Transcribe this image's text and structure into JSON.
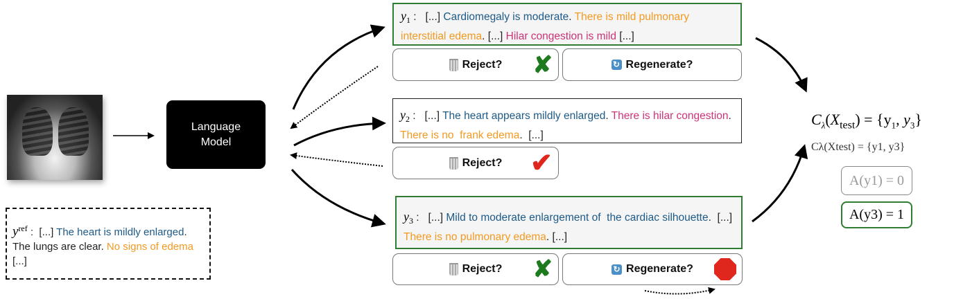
{
  "colors": {
    "blue": "#1d5a87",
    "orange": "#f29a22",
    "pink": "#cc3378",
    "text": "#222222",
    "accept_green": "#2e7d32",
    "reject_red": "#e0271d"
  },
  "image": {
    "icon": "chest-xray-image"
  },
  "model": {
    "label": "Language\nModel"
  },
  "reference": {
    "symbol": "y",
    "superscript": "ref",
    "segments": [
      {
        "text": " :  [...] ",
        "color": "text"
      },
      {
        "text": "The heart is mildly enlarged",
        "color": "blue"
      },
      {
        "text": ".  The lungs are clear. ",
        "color": "text"
      },
      {
        "text": "No signs of edema",
        "color": "orange"
      },
      {
        "text": " [...]",
        "color": "text"
      }
    ]
  },
  "candidates": [
    {
      "symbol": "y",
      "subscript": "1",
      "border": "green",
      "segments": [
        {
          "text": " :   [...] ",
          "color": "text"
        },
        {
          "text": "Cardiomegaly is moderate",
          "color": "blue"
        },
        {
          "text": ". ",
          "color": "text"
        },
        {
          "text": "There is mild pulmonary interstitial edema",
          "color": "orange"
        },
        {
          "text": ". [...] ",
          "color": "text"
        },
        {
          "text": "Hilar congestion is mild",
          "color": "pink"
        },
        {
          "text": " [...]",
          "color": "text"
        }
      ],
      "actions": [
        {
          "label": "Reject?",
          "icon": "trash-icon",
          "status": "cross",
          "status_icon": "green-x-icon"
        },
        {
          "label": "Regenerate?",
          "icon": "regenerate-icon",
          "status": "none"
        }
      ]
    },
    {
      "symbol": "y",
      "subscript": "2",
      "border": "black",
      "segments": [
        {
          "text": " :   [...] ",
          "color": "text"
        },
        {
          "text": "The heart appears mildly enlarged",
          "color": "blue"
        },
        {
          "text": ". ",
          "color": "text"
        },
        {
          "text": "There is hilar congestion",
          "color": "pink"
        },
        {
          "text": ".  ",
          "color": "text"
        },
        {
          "text": "There is no  frank edema",
          "color": "orange"
        },
        {
          "text": ".  [...]",
          "color": "text"
        }
      ],
      "actions": [
        {
          "label": "Reject?",
          "icon": "trash-icon",
          "status": "check",
          "status_icon": "red-check-icon"
        }
      ]
    },
    {
      "symbol": "y",
      "subscript": "3",
      "border": "green",
      "segments": [
        {
          "text": " :   [...] ",
          "color": "text"
        },
        {
          "text": "Mild to moderate enlargement of  the cardiac silhouette",
          "color": "blue"
        },
        {
          "text": ".  [...] ",
          "color": "text"
        },
        {
          "text": "There is no pulmonary edema",
          "color": "orange"
        },
        {
          "text": ". [...]",
          "color": "text"
        }
      ],
      "actions": [
        {
          "label": "Reject?",
          "icon": "trash-icon",
          "status": "cross",
          "status_icon": "green-x-icon"
        },
        {
          "label": "Regenerate?",
          "icon": "regenerate-icon",
          "status": "stop",
          "status_icon": "stop-sign-icon"
        }
      ]
    }
  ],
  "result": {
    "set_lhs": "C",
    "set_lambda": "λ",
    "set_arg": "X",
    "set_arg_sub": "test",
    "set_rhs": ") = {y",
    "set_formula": "Cλ(Xtest) = {y1, y3}",
    "admissibility": [
      {
        "text": "A(y1) = 0",
        "value": 0,
        "highlight": false
      },
      {
        "text": "A(y3) = 1",
        "value": 1,
        "highlight": true
      }
    ]
  }
}
